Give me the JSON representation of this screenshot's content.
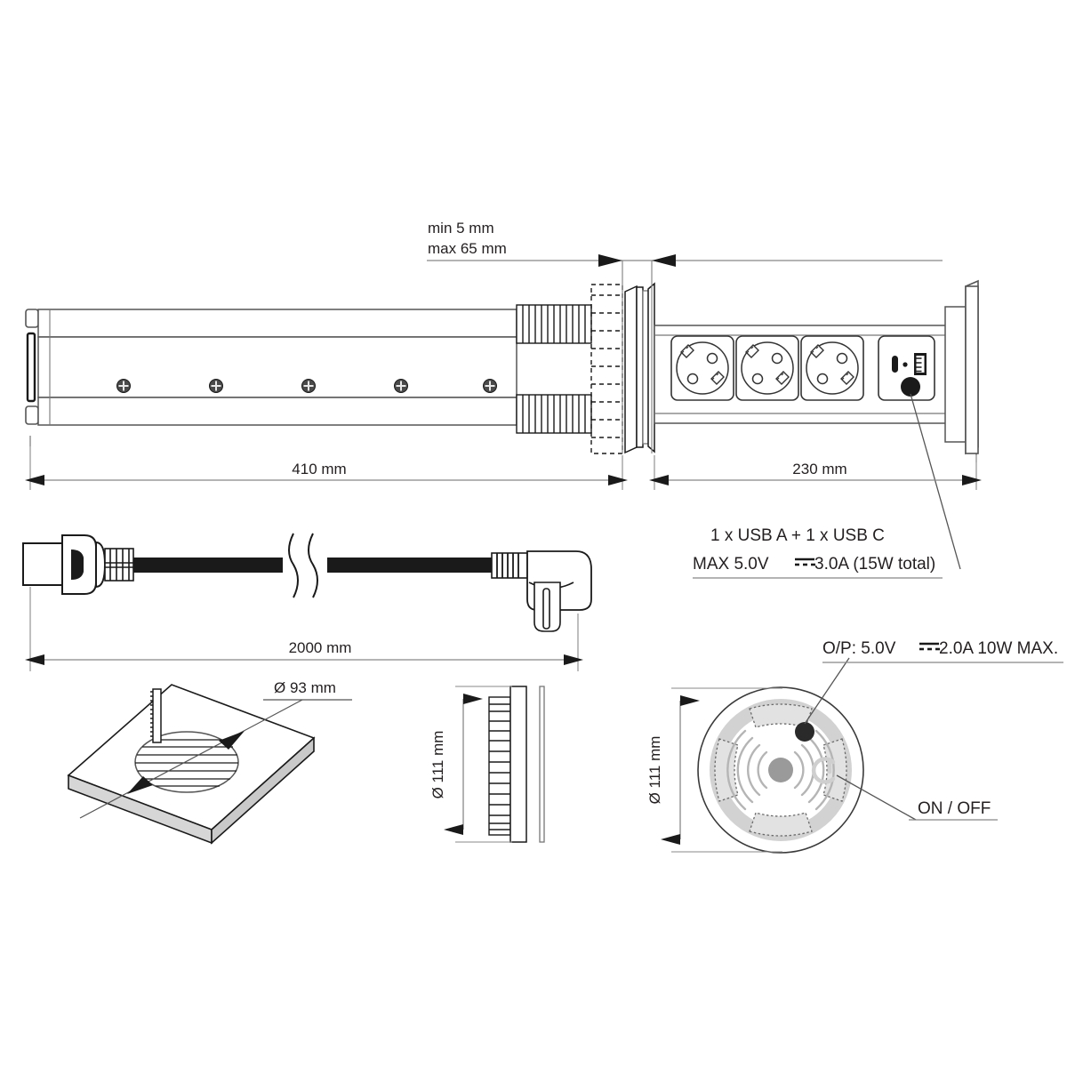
{
  "drawing": {
    "title": "Pull-out socket strip technical drawing",
    "background_color": "#ffffff",
    "line_color": "#231f20",
    "gray_line_color": "#808080",
    "fill_white": "#ffffff",
    "fill_light_gray": "#d9d9d9",
    "fill_dark": "#1a1a1a"
  },
  "annotations": {
    "thickness_min": "min 5 mm",
    "thickness_max": "max 65 mm",
    "length_rail": "410 mm",
    "length_head": "230 mm",
    "cable_length": "2000 mm",
    "cutout_diameter": "Ø 93 mm",
    "flange_diameter_side": "Ø 111 mm",
    "flange_diameter_top": "Ø 111 mm",
    "usb_line1": "1 x USB A + 1 x USB C",
    "usb_line2_pre": "MAX 5.0V",
    "usb_line2_post": "3.0A  (15W total)",
    "wireless_out_pre": "O/P: 5.0V",
    "wireless_out_post": "2.0A  10W MAX.",
    "onoff": "ON / OFF"
  },
  "components": {
    "sockets_count": 3,
    "socket_type": "schuko",
    "usb_ports": [
      "usb-c",
      "led",
      "usb-a"
    ],
    "rail_screws": 5,
    "wireless_pads": 4
  }
}
